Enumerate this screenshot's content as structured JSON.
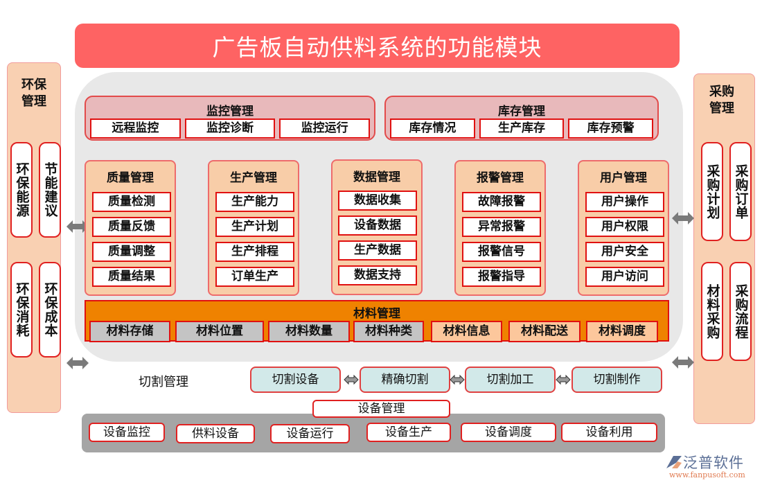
{
  "title": "广告板自动供料系统的功能模块",
  "left_panel": {
    "title": "环保管理",
    "items": [
      "环保能源",
      "节能建议",
      "环保消耗",
      "环保成本"
    ]
  },
  "right_panel": {
    "title": "采购管理",
    "items": [
      "采购计划",
      "采购订单",
      "材料采购",
      "采购流程"
    ]
  },
  "monitor": {
    "title": "监控管理",
    "items": [
      "远程监控",
      "监控诊断",
      "监控运行"
    ]
  },
  "inventory": {
    "title": "库存管理",
    "items": [
      "库存情况",
      "生产库存",
      "库存预警"
    ]
  },
  "modules": [
    {
      "title": "质量管理",
      "items": [
        "质量检测",
        "质量反馈",
        "质量调整",
        "质量结果"
      ]
    },
    {
      "title": "生产管理",
      "items": [
        "生产能力",
        "生产计划",
        "生产排程",
        "订单生产"
      ]
    },
    {
      "title": "数据管理",
      "items": [
        "数据收集",
        "设备数据",
        "生产数据",
        "数据支持"
      ]
    },
    {
      "title": "报警管理",
      "items": [
        "故障报警",
        "异常报警",
        "报警信号",
        "报警指导"
      ]
    },
    {
      "title": "用户管理",
      "items": [
        "用户操作",
        "用户权限",
        "用户安全",
        "用户访问"
      ]
    }
  ],
  "material": {
    "title": "材料管理",
    "items": [
      "材料存储",
      "材料位置",
      "材料数量",
      "材料种类",
      "材料信息",
      "材料配送",
      "材料调度"
    ]
  },
  "cutting": {
    "title": "切割管理",
    "items": [
      "切割设备",
      "精确切割",
      "切割加工",
      "切割制作"
    ]
  },
  "equipment": {
    "title": "设备管理",
    "items": [
      "设备监控",
      "供料设备",
      "设备运行",
      "设备生产",
      "设备调度",
      "设备利用"
    ]
  },
  "logo": {
    "name": "泛普软件",
    "url": "www.fanpusoft.com"
  },
  "colors": {
    "title_bg": "#fe6363",
    "side_bg": "#f9d0b2",
    "top_group_bg": "#e8b9bb",
    "module_bg": "#f8cda8",
    "material_bg": "#ef8200",
    "cut_bg": "#d2e9e9",
    "equip_bg": "#a5a5a5",
    "border_red": "#e01010"
  }
}
